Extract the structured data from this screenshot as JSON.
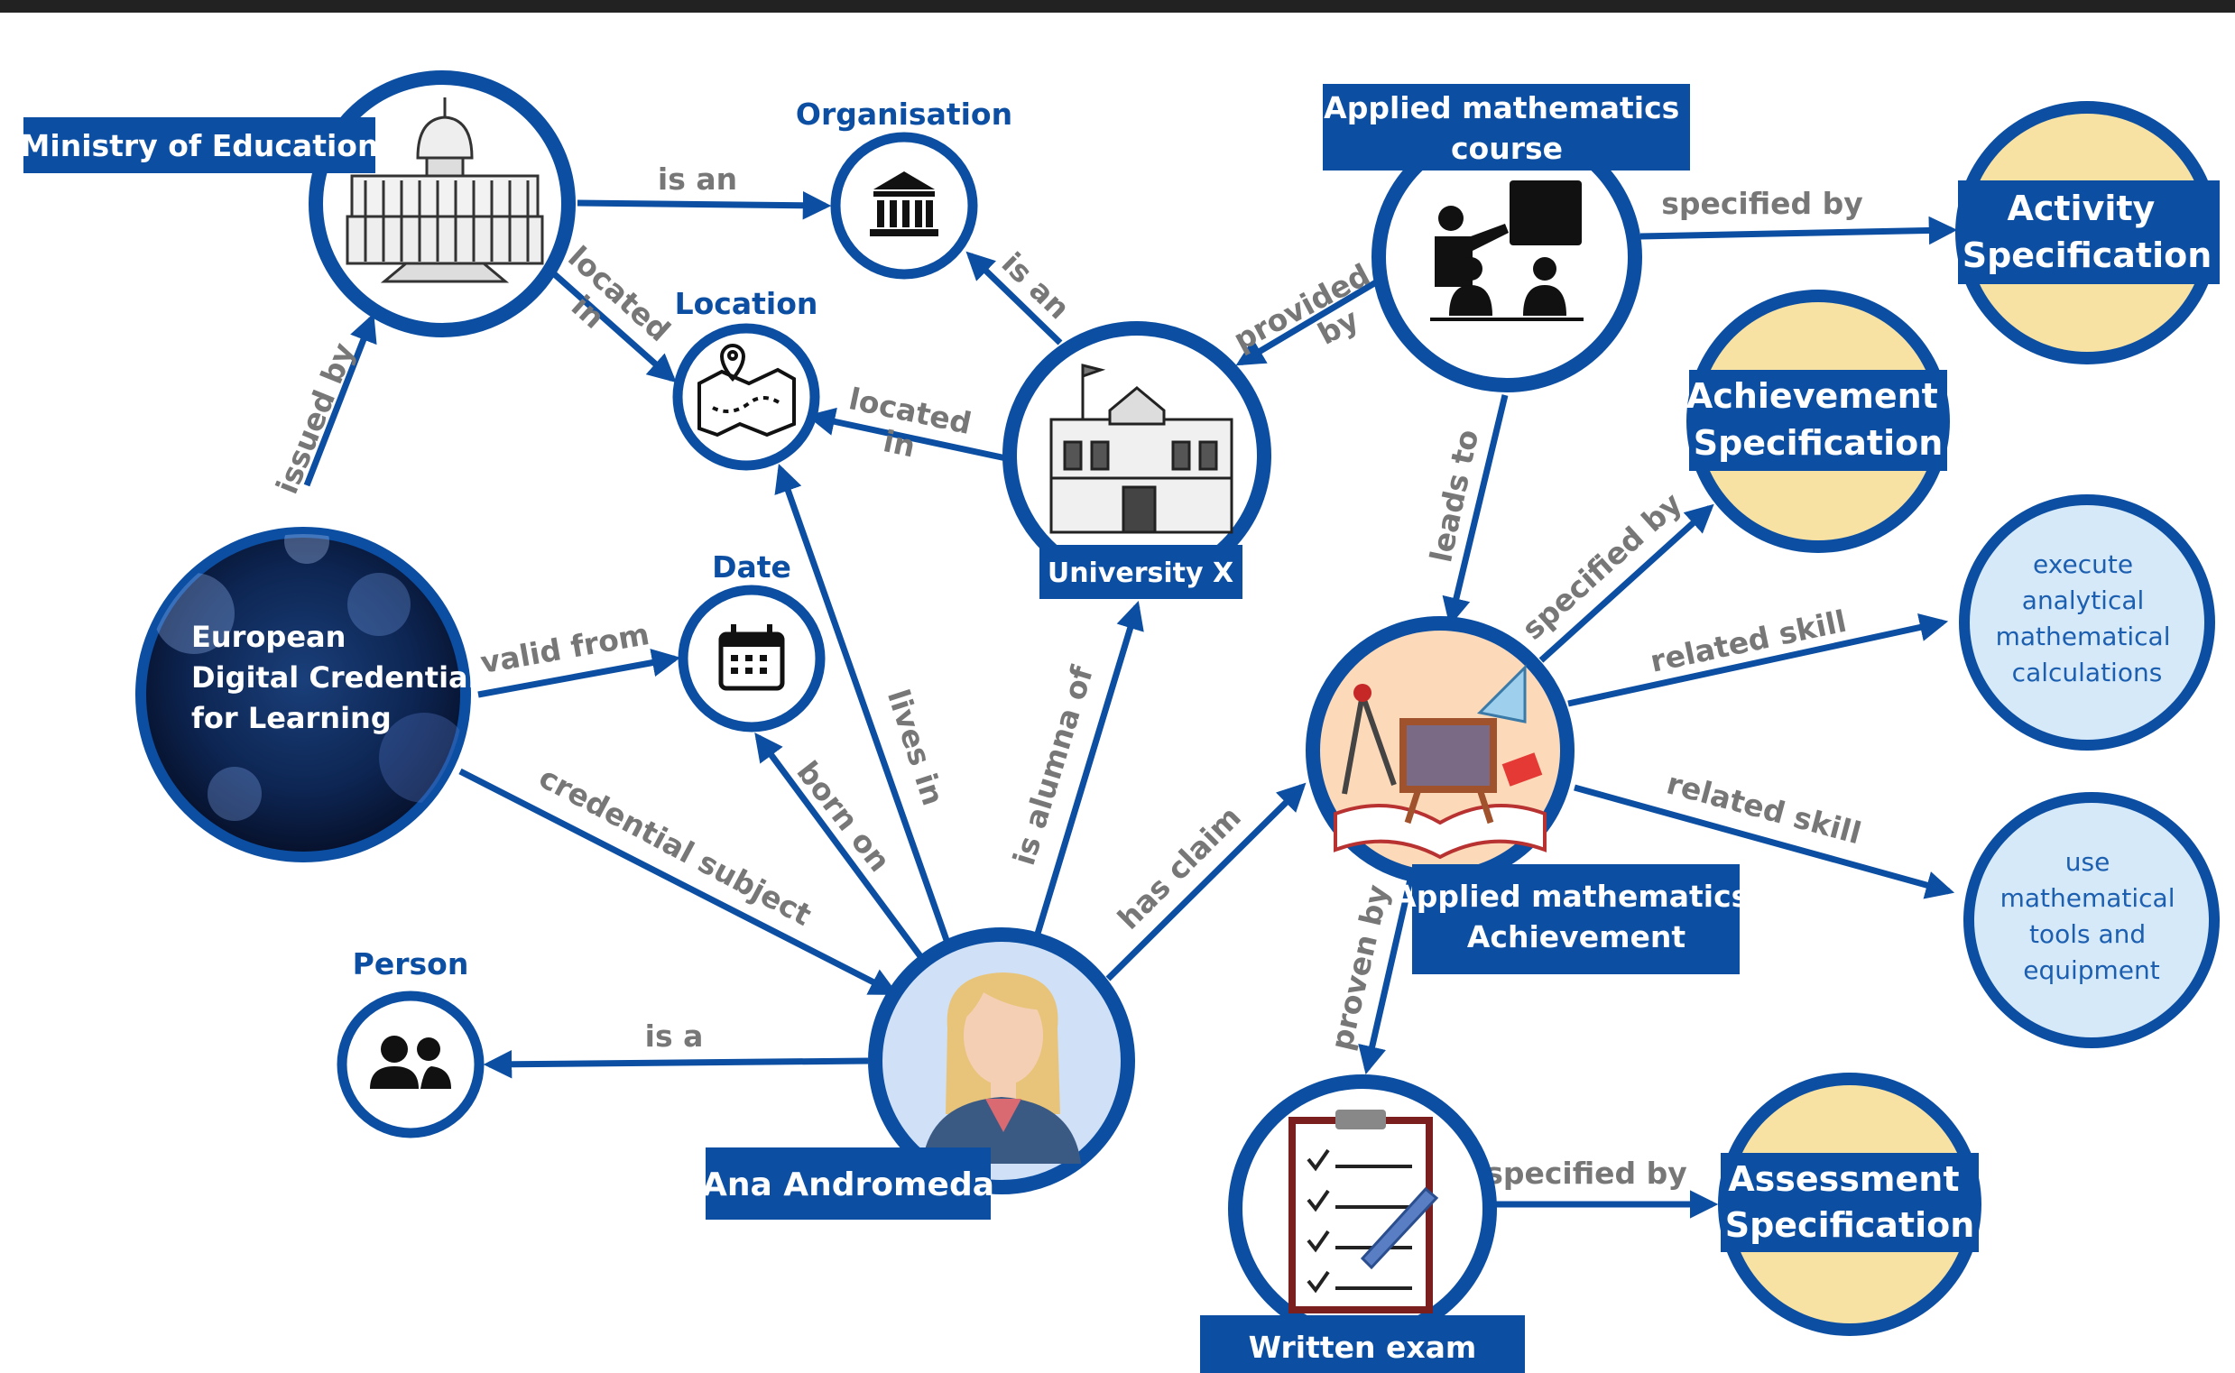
{
  "colors": {
    "primary": "#0b4ea2",
    "edge_label": "#777777",
    "specification_fill": "#f7e2a4",
    "skill_fill": "#d6e9f8"
  },
  "nodes": {
    "ministry": {
      "label": "Ministry of Education",
      "icon": "capitol-building-icon"
    },
    "organisation": {
      "label": "Organisation",
      "icon": "institution-icon"
    },
    "location": {
      "label": "Location",
      "icon": "map-icon"
    },
    "date": {
      "label": "Date",
      "icon": "calendar-icon"
    },
    "person": {
      "label": "Person",
      "icon": "people-icon"
    },
    "edc": {
      "line1": "European",
      "line2": "Digital Credentials",
      "line3": "for Learning"
    },
    "university": {
      "label": "University X",
      "icon": "university-building-icon"
    },
    "ana": {
      "label": "Ana Andromeda",
      "icon": "woman-avatar-icon"
    },
    "course": {
      "line1": "Applied mathematics",
      "line2": "course",
      "icon": "teacher-classroom-icon"
    },
    "achievement": {
      "line1": "Applied mathematics",
      "line2": "Achievement",
      "icon": "drawing-tools-icon"
    },
    "exam": {
      "label": "Written exam",
      "icon": "checklist-clipboard-icon"
    },
    "activity_spec": {
      "line1": "Activity",
      "line2": "Specification"
    },
    "achievement_spec": {
      "line1": "Achievement",
      "line2": "Specification"
    },
    "assessment_spec": {
      "line1": "Assessment",
      "line2": "Specification"
    },
    "skill1": {
      "line1": "execute",
      "line2": "analytical",
      "line3": "mathematical",
      "line4": "calculations"
    },
    "skill2": {
      "line1": "use",
      "line2": "mathematical",
      "line3": "tools and",
      "line4": "equipment"
    }
  },
  "edges": {
    "ministry_is_an": "is an",
    "ministry_located_1": "located",
    "ministry_located_2": "in",
    "university_is_an": "is an",
    "university_located_1": "located",
    "university_located_2": "in",
    "issued_by": "issued by",
    "valid_from": "valid from",
    "credential_subject": "credential subject",
    "born_on": "born on",
    "lives_in": "lives in",
    "is_alumna_of": "is alumna of",
    "is_a": "is a",
    "has_claim": "has claim",
    "provided_1": "provided",
    "provided_2": "by",
    "leads_to": "leads to",
    "activity_specified_by": "specified by",
    "achievement_specified_by": "specified by",
    "related_skill_1": "related skill",
    "related_skill_2": "related skill",
    "proven_by": "proven by",
    "assessment_specified_by": "specified by"
  }
}
